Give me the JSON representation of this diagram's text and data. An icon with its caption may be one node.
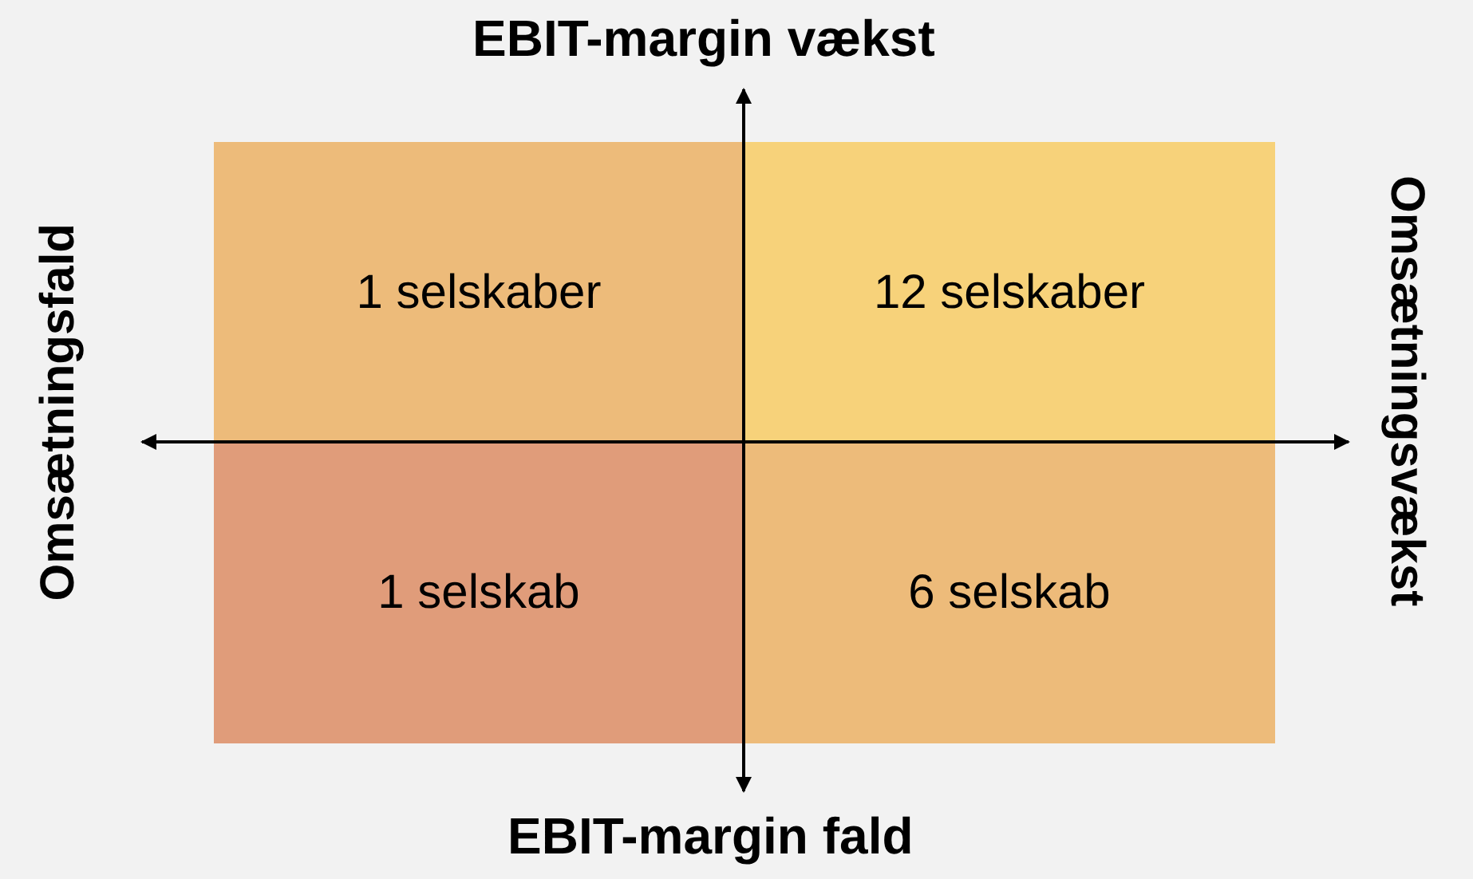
{
  "diagram": {
    "nodes": [
      {
        "text": [
          "1 selskaber"
        ]
      },
      {
        "text": [
          "12 selskaber"
        ]
      },
      {
        "text": [
          "1 selskab"
        ]
      },
      {
        "text": [
          "6 selskab"
        ]
      }
    ],
    "labels": [
      "EBIT-margin vækst",
      "Omsætningsfald",
      "Omsætningsvækst",
      "EBIT-margin fald"
    ]
  }
}
